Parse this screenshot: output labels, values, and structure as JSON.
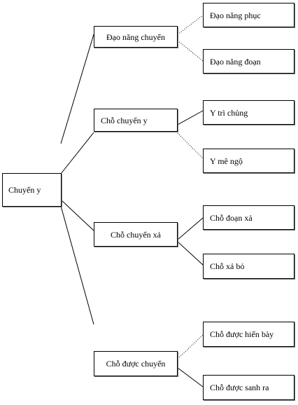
{
  "diagram": {
    "root": {
      "label": "Chuyển y"
    },
    "branches": [
      {
        "label": "Đạo năng chuyển",
        "children": [
          {
            "label": "Đạo năng phục"
          },
          {
            "label": "Đạo năng đoạn"
          }
        ]
      },
      {
        "label": "Chỗ chuyển y",
        "children": [
          {
            "label": "Y  trì chủng"
          },
          {
            "label": "Y  mê ngộ"
          }
        ]
      },
      {
        "label": "Chỗ chuyển xả",
        "children": [
          {
            "label": "Chỗ đoạn xả"
          },
          {
            "label": "Chỗ xả bỏ"
          }
        ]
      },
      {
        "label": "Chỗ được chuyển",
        "children": [
          {
            "label": "Chỗ được hiển bày"
          },
          {
            "label": "Chỗ được sanh ra"
          }
        ]
      }
    ]
  }
}
